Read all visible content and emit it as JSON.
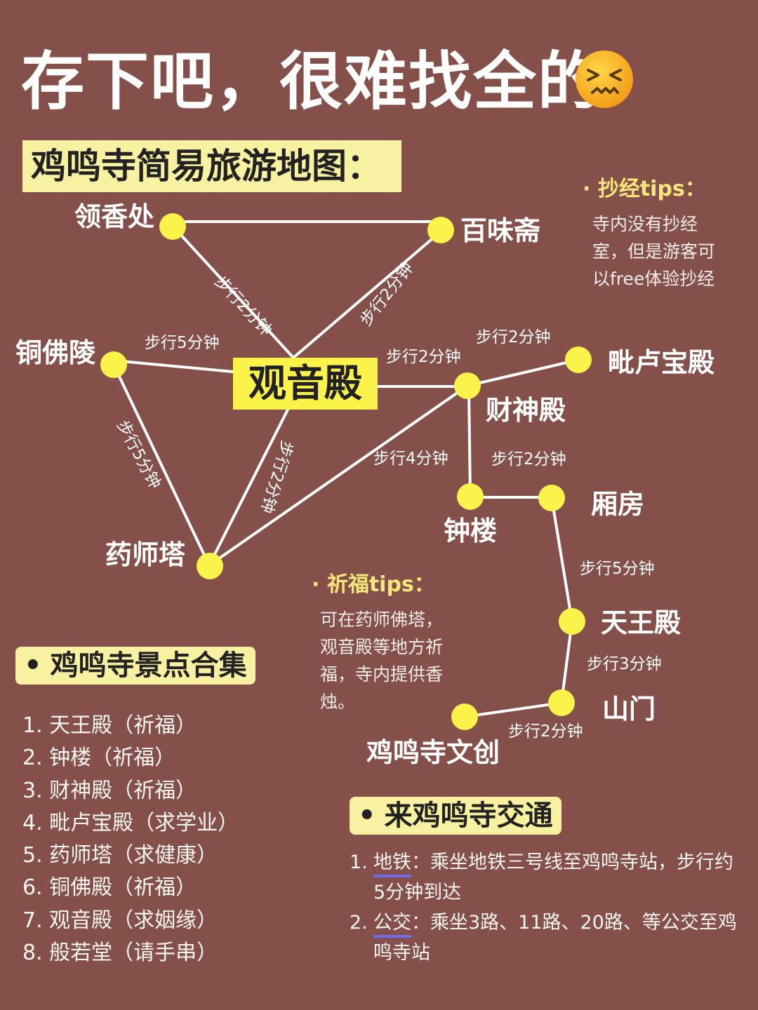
{
  "title": "存下吧，很难找全的",
  "emoji_icon": "confounded-face-icon",
  "map": {
    "subtitle": "鸡鸣寺简易旅游地图：",
    "center": "观音殿",
    "places": {
      "lingxiangchu": "领香处",
      "baiweizhai": "百味斋",
      "tongfoling": "铜佛陵",
      "pilubaodian": "毗卢宝殿",
      "caishendian": "财神殿",
      "zhonglou": "钟楼",
      "xiangfang": "厢房",
      "yaoshita": "药师塔",
      "tianwangdian": "天王殿",
      "shanmen": "山门",
      "wenchuang": "鸡鸣寺文创"
    },
    "walks": {
      "lingxiang_guanyin": "步行2分钟",
      "baiwei_guanyin": "步行2分钟",
      "tongfo_guanyin": "步行5分钟",
      "guanyin_caishen": "步行2分钟",
      "caishen_pilu": "步行2分钟",
      "tongfo_yaoshi": "步行5分钟",
      "guanyin_yaoshi": "步行2分钟",
      "yaoshi_caishen": "步行4分钟",
      "caishen_zhonglou": "步行2分钟",
      "xiangfang_tianwang": "步行5分钟",
      "tianwang_shanmen": "步行3分钟",
      "shanmen_wenchuang": "步行2分钟"
    },
    "node_color": "#fbf34a",
    "line_color": "#ffffff"
  },
  "copy_tips": {
    "heading": "抄经tips：",
    "lines": [
      "寺内没有抄经",
      "室，但是游客可",
      "以free体验抄经"
    ]
  },
  "pray_tips": {
    "heading": "祈福tips：",
    "lines": [
      "可在药师佛塔，",
      "观音殿等地方祈",
      "福，寺内提供香",
      "烛。"
    ]
  },
  "spots": {
    "heading": "鸡鸣寺景点合集",
    "items": [
      "1. 天王殿（祈福）",
      "2. 钟楼（祈福）",
      "3. 财神殿（祈福）",
      "4. 毗卢宝殿（求学业）",
      "5. 药师塔（求健康）",
      "6. 铜佛殿（祈福）",
      "7. 观音殿（求姻缘）",
      "8. 般若堂（请手串）"
    ]
  },
  "transit": {
    "heading": "来鸡鸣寺交通",
    "items": [
      {
        "num": "1.",
        "key": "地铁",
        "text": "：乘坐地铁三号线至鸡鸣寺站，步行约5分钟到达"
      },
      {
        "num": "2.",
        "key": "公交",
        "text": "：乘坐3路、11路、20路、等公交至鸡鸣寺站"
      }
    ]
  }
}
